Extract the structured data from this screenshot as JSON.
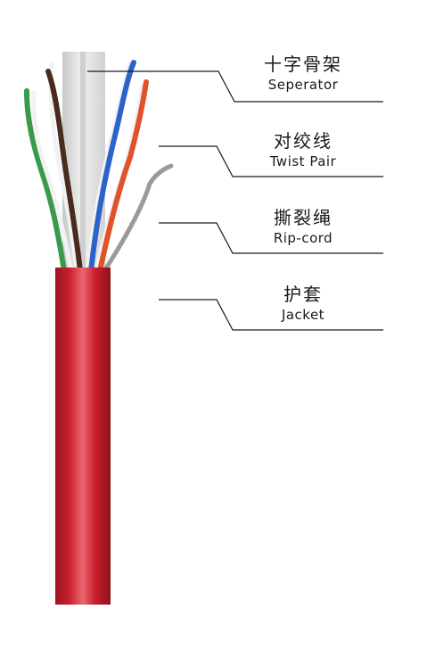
{
  "labels": {
    "separator": {
      "cn": "十字骨架",
      "en": "Seperator"
    },
    "twist_pair": {
      "cn": "对绞线",
      "en": "Twist Pair"
    },
    "rip_cord": {
      "cn": "撕裂绳",
      "en": "Rip-cord"
    },
    "jacket": {
      "cn": "护套",
      "en": "Jacket"
    }
  },
  "colors": {
    "jacket": "#c4202b",
    "separator": "#dcdcdc",
    "pair_green": "#3a9a4a",
    "pair_brown": "#4a2a1e",
    "pair_blue": "#2c63c8",
    "pair_orange": "#e0522a",
    "rip_cord": "#9a9a9a",
    "leader_line": "#1a1a1a"
  }
}
